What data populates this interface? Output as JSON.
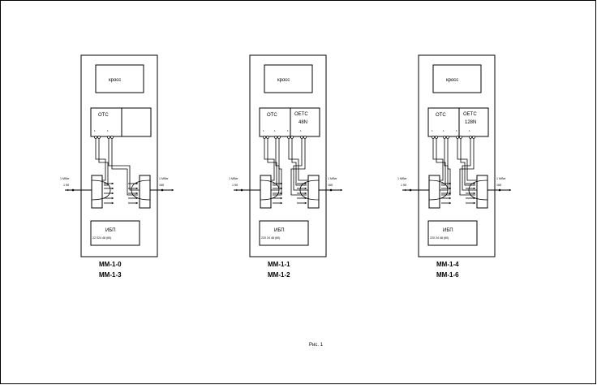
{
  "caption": "Рис. 1",
  "units": [
    {
      "cross_label": "кросс",
      "ots_label": "ОТС",
      "oets_label": "",
      "oets_sub": "",
      "port_labels": [
        "1",
        "1"
      ],
      "left_line_label": [
        "1 Мбит",
        "1 Кб"
      ],
      "right_line_label": [
        "1 Мбит",
        "1Кб"
      ],
      "psu_label": "ИБП",
      "psu_sub": "22 024 48 (60)",
      "modules": [
        "ММ-1-0",
        "ММ-1-3"
      ]
    },
    {
      "cross_label": "кросс",
      "ots_label": "ОТС",
      "oets_label": "ОЕТС",
      "oets_sub": "48N",
      "port_labels": [
        "1",
        "1",
        "1",
        "1"
      ],
      "left_line_label": [
        "1 Мбит",
        "1 Кб"
      ],
      "right_line_label": [
        "1 Мбит",
        "1Кб"
      ],
      "psu_label": "ИБП",
      "psu_sub": "220 24 48 (60)",
      "modules": [
        "ММ-1-1",
        "ММ-1-2"
      ]
    },
    {
      "cross_label": "кросс",
      "ots_label": "ОТС",
      "oets_label": "ОЕТС",
      "oets_sub": "128N",
      "port_labels": [
        "1",
        "1",
        "1",
        "1"
      ],
      "left_line_label": [
        "1 Мбит",
        "1 Кб"
      ],
      "right_line_label": [
        "1 Мбит",
        "1Кб"
      ],
      "psu_label": "ИБП",
      "psu_sub": "220 24 48 (60)",
      "modules": [
        "ММ-1-4",
        "ММ-1-6"
      ]
    }
  ]
}
